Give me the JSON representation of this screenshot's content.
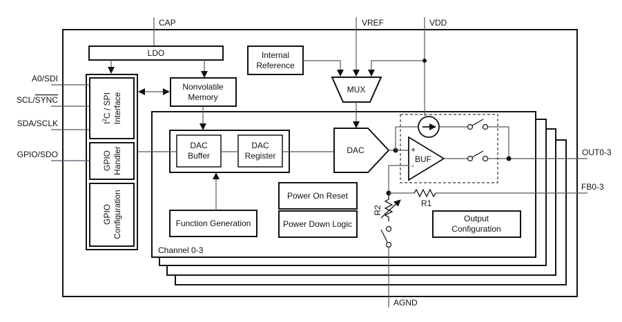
{
  "diagram": {
    "title": "",
    "pins": {
      "cap": "CAP",
      "vref": "VREF",
      "vdd": "VDD",
      "a0_sdi": "A0/SDI",
      "scl_sync_prefix": "SCL/",
      "scl_sync_overbar": "SYNC",
      "sda_sclk": "SDA/SCLK",
      "gpio_sdo": "GPIO/SDO",
      "out": "OUT0-3",
      "fb": "FB0-3",
      "agnd": "AGND"
    },
    "blocks": {
      "ldo": "LDO",
      "internal_reference": [
        "Internal",
        "Reference"
      ],
      "mux": "MUX",
      "interface": {
        "line1_prefix": "I",
        "line1_sup": "2",
        "line1_suffix": "C / SPI",
        "line2": "Interface"
      },
      "gpio_handler": [
        "GPIO",
        "Handler"
      ],
      "gpio_configuration": [
        "GPIO",
        "Configuration"
      ],
      "nonvolatile_memory": [
        "Nonvolatile",
        "Memory"
      ],
      "dac_buffer": [
        "DAC",
        "Buffer"
      ],
      "dac_register": [
        "DAC",
        "Register"
      ],
      "dac": "DAC",
      "function_generation": "Function Generation",
      "power_on_reset": "Power On Reset",
      "power_down_logic": "Power Down Logic",
      "output_configuration": [
        "Output",
        "Configuration"
      ],
      "buf": "BUF",
      "plus": "+",
      "minus": "-",
      "r1": "R1",
      "r2": "R2",
      "channel_label": "Channel 0-3"
    },
    "channel_stack_count": 4
  }
}
